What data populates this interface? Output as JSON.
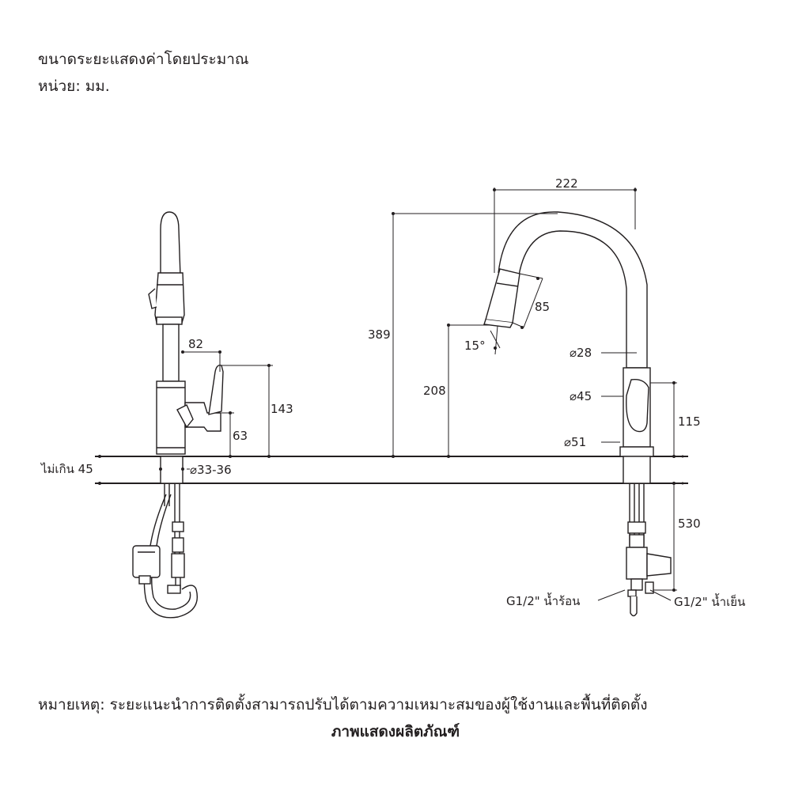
{
  "header": {
    "line1": "ขนาดระยะแสดงค่าโดยประมาณ",
    "line2": "หน่วย: มม."
  },
  "dimensions": {
    "d82": "82",
    "d143": "143",
    "d63": "63",
    "max45": "ไม่เกิน 45",
    "hole": "⌀33-36",
    "d222": "222",
    "d389": "389",
    "d208": "208",
    "d85": "85",
    "angle": "15°",
    "dia28": "⌀28",
    "dia45": "⌀45",
    "dia51": "⌀51",
    "d115": "115",
    "d530": "530",
    "hot": "G1/2\" น้ำร้อน",
    "cold": "G1/2\" น้ำเย็น"
  },
  "note": "หมายเหตุ: ระยะแนะนำการติดตั้งสามารถปรับได้ตามความเหมาะสมของผู้ใช้งานและพื้นที่ติดตั้ง",
  "caption": "ภาพแสดงผลิตภัณฑ์",
  "colors": {
    "line": "#231f20",
    "fill": "#ffffff"
  }
}
